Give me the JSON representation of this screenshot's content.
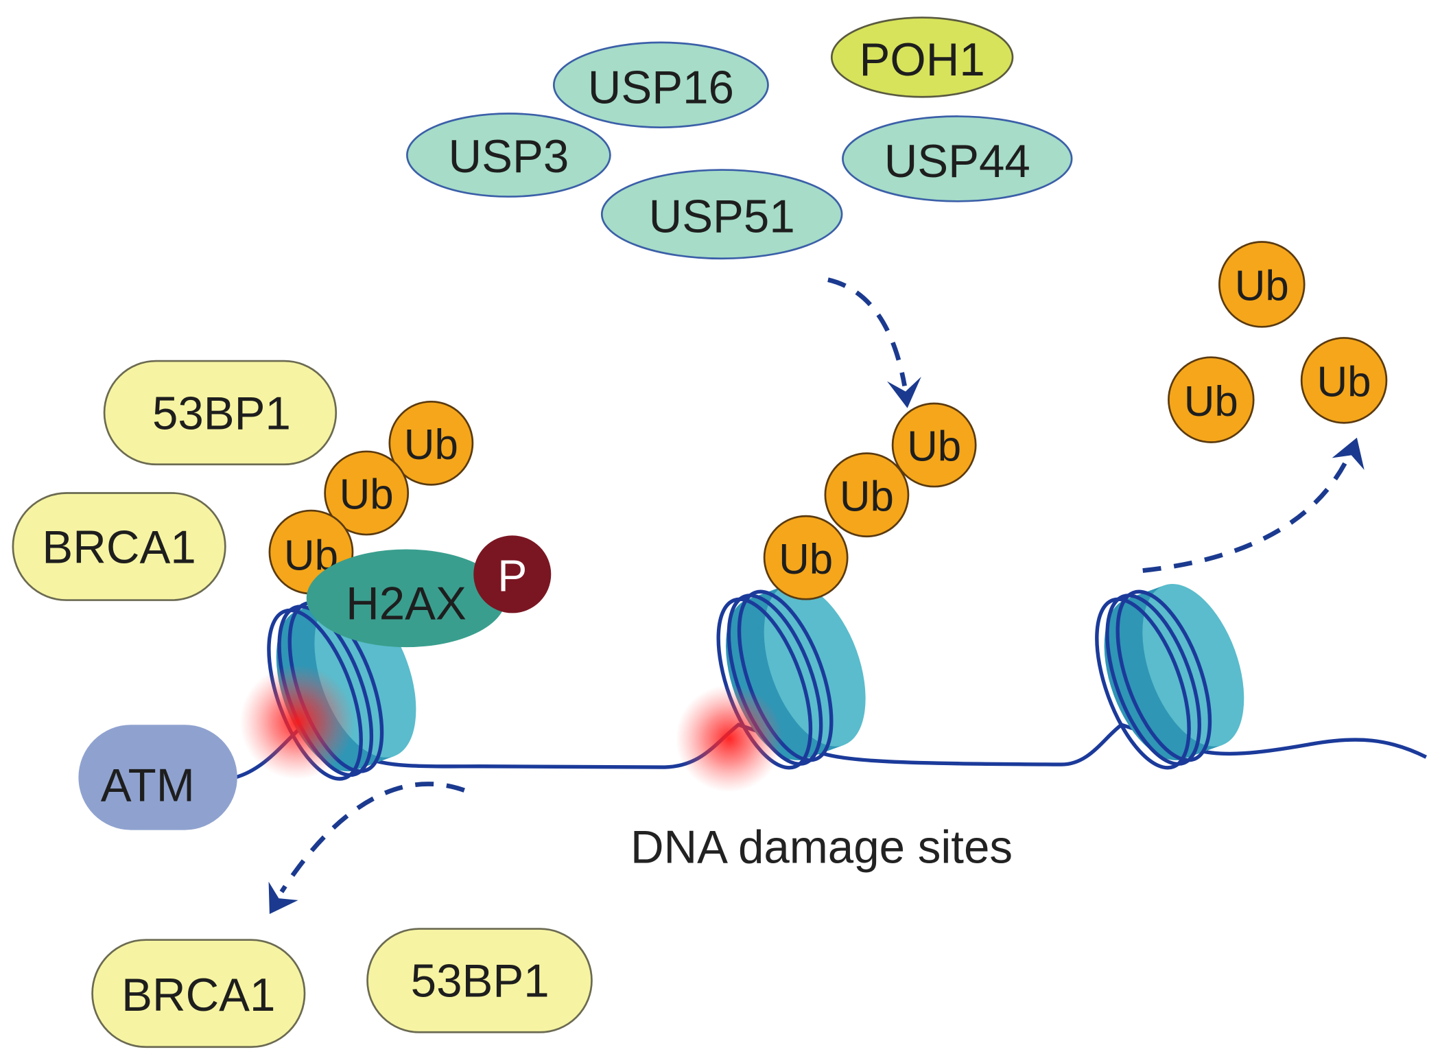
{
  "diagram": {
    "deubiquitinases": [
      {
        "label": "USP16"
      },
      {
        "label": "POH1"
      },
      {
        "label": "USP3"
      },
      {
        "label": "USP44"
      },
      {
        "label": "USP51"
      }
    ],
    "free_ubiquitin": [
      "Ub",
      "Ub",
      "Ub"
    ],
    "left_site": {
      "recruited_proteins": [
        "53BP1",
        "BRCA1"
      ],
      "ubiquitin_chain": [
        "Ub",
        "Ub",
        "Ub"
      ],
      "histone": "H2AX",
      "phosphate": "P",
      "kinase": "ATM"
    },
    "middle_site": {
      "ubiquitin_chain": [
        "Ub",
        "Ub",
        "Ub"
      ]
    },
    "released_proteins": [
      "BRCA1",
      "53BP1"
    ],
    "caption": "DNA damage sites"
  },
  "colors": {
    "usp_fill": "#a6dcc8",
    "poh1_fill": "#d7e35a",
    "ub_fill": "#f5a61a",
    "reader_fill": "#f6f4a2",
    "atm_fill": "#8fa2cf",
    "h2ax_fill": "#3a9e8e",
    "phosphate_fill": "#7a1622",
    "dna": "#1b3a9a",
    "nucleosome_side": "#2f96b5",
    "nucleosome_face": "#5abccc"
  }
}
